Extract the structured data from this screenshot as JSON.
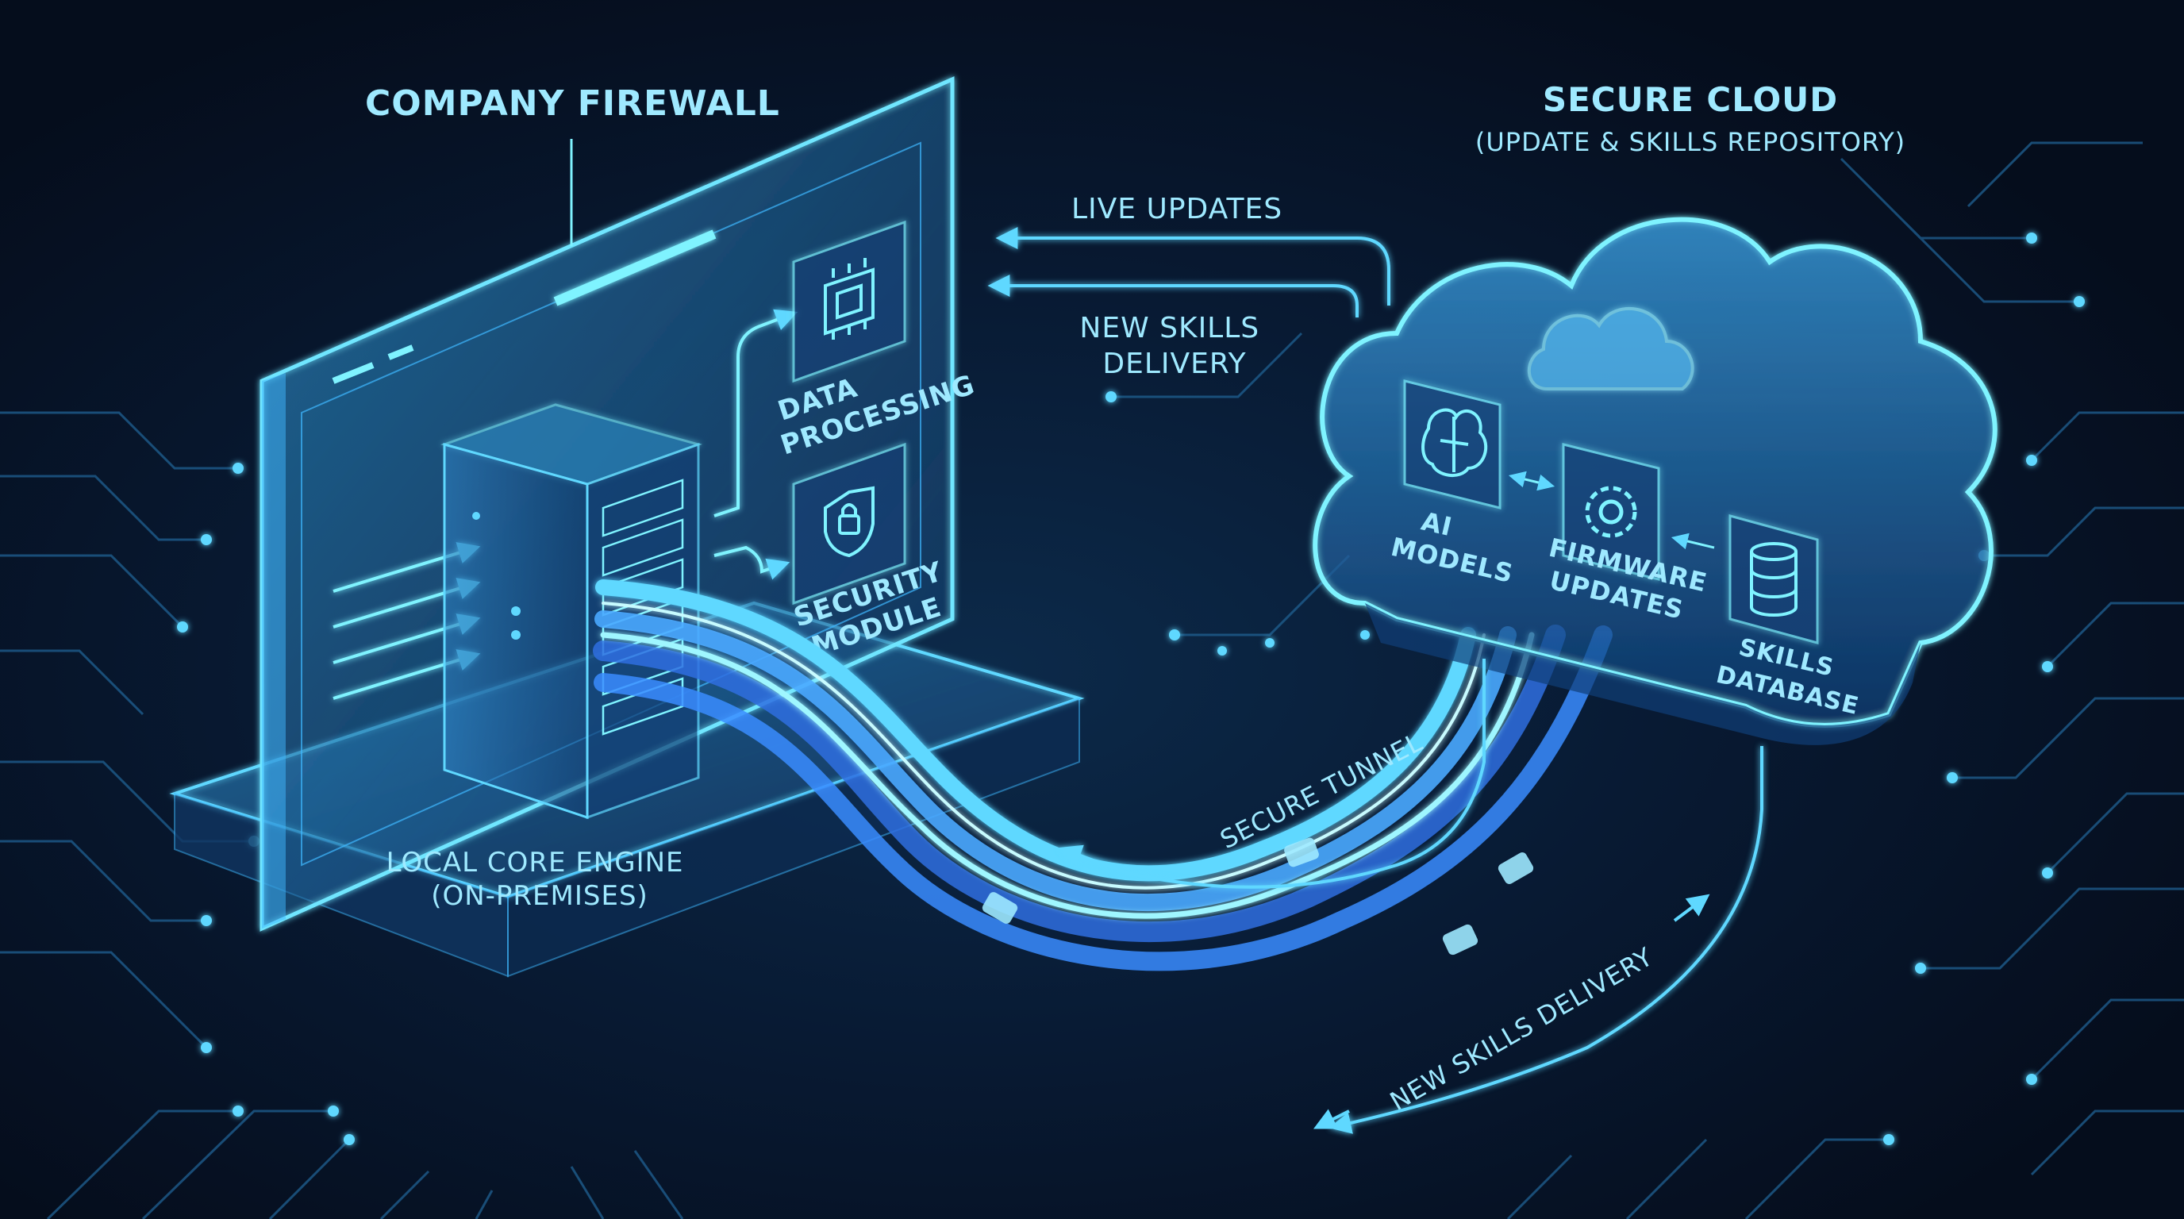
{
  "labels": {
    "firewall": "COMPANY FIREWALL",
    "cloud_title": "SECURE CLOUD",
    "cloud_subtitle": "(UPDATE & SKILLS REPOSITORY)",
    "live_updates": "LIVE UPDATES",
    "new_skills_line1": "NEW SKILLS",
    "new_skills_line2": "DELIVERY",
    "data_processing_line1": "DATA",
    "data_processing_line2": "PROCESSING",
    "security_module_line1": "SECURITY",
    "security_module_line2": "MODULE",
    "local_core_line1": "LOCAL CORE ENGINE",
    "local_core_line2": "(ON-PREMISES)",
    "ai_models_line1": "AI",
    "ai_models_line2": "MODELS",
    "firmware_line1": "FIRMWARE",
    "firmware_line2": "UPDATES",
    "skills_db_line1": "SKILLS",
    "skills_db_line2": "DATABASE",
    "secure_tunnel": "SECURE TUNNEL",
    "new_skills_delivery_bottom": "NEW SKILLS DELIVERY"
  },
  "icons": [
    "chip-icon",
    "shield-lock-icon",
    "server-rack-icon",
    "cloud-icon",
    "brain-icon",
    "gear-icon",
    "database-icon"
  ],
  "colors": {
    "background": "#06101f",
    "primary_glow": "#3fd4ff",
    "text": "#9fe9ff",
    "cable": "#4aa8ff",
    "cable_core": "#7ff3ff"
  }
}
